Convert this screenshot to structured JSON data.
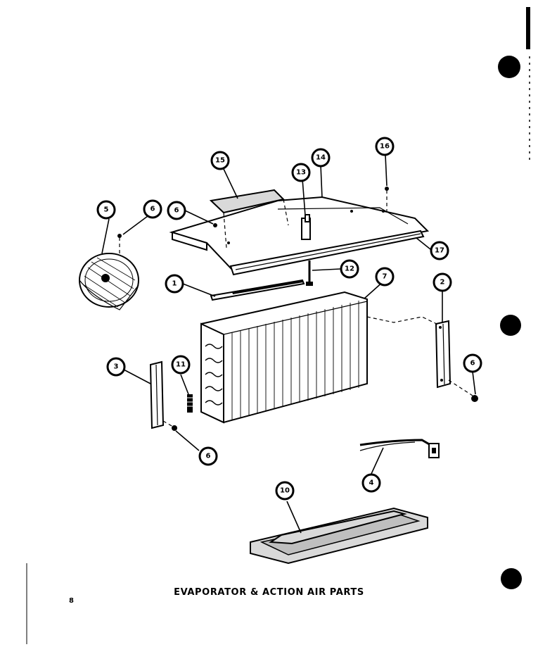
{
  "caption": "EVAPORATOR & ACTION AIR PARTS",
  "page_number": "8",
  "callouts": {
    "c1": "1",
    "c2": "2",
    "c3": "3",
    "c4": "4",
    "c5": "5",
    "c6a": "6",
    "c6b": "6",
    "c6c": "6",
    "c6d": "6",
    "c7": "7",
    "c10": "10",
    "c11": "11",
    "c12": "12",
    "c13": "13",
    "c14": "14",
    "c15": "15",
    "c16": "16",
    "c17": "17"
  },
  "colors": {
    "ink": "#000000",
    "paper": "#ffffff",
    "speckle": "#d9d9d9"
  }
}
